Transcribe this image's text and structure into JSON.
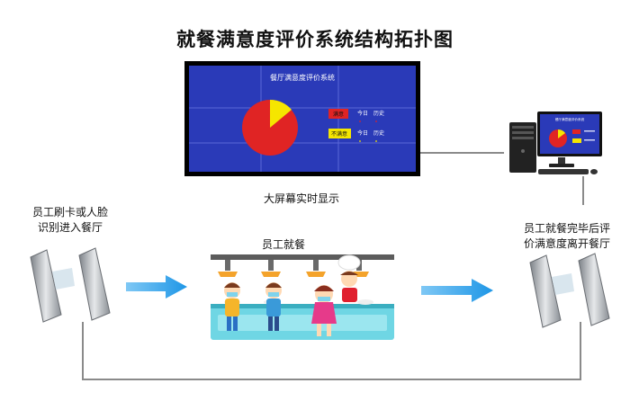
{
  "title": "就餐满意度评价系统结构拓扑图",
  "big_screen": {
    "heading": "餐厅满意度评价系统",
    "satisfied_label": "满意",
    "unsatisfied_label": "不满意",
    "today_label": "今日",
    "history_label": "历史",
    "caption": "大屏幕实时显示"
  },
  "pc_screen": {
    "heading": "餐厅满意度评价系统"
  },
  "left_caption": [
    "员工刷卡或人脸",
    "识别进入餐厅"
  ],
  "middle_caption": "员工就餐",
  "right_caption": [
    "员工就餐完毕后评",
    "价满意度离开餐厅"
  ],
  "colors": {
    "screen_bg": "#2a3ab8",
    "pie_red": "#e02424",
    "pie_yellow": "#f5e600",
    "arrow_blue": "#1e96e6",
    "line_gray": "#8a8a8a"
  }
}
